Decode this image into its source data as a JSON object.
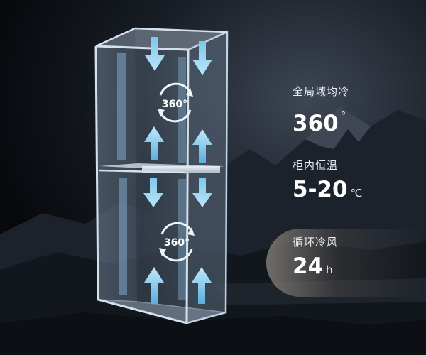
{
  "specs": [
    {
      "label": "全局域均冷",
      "value": "360",
      "unit": "°"
    },
    {
      "label": "柜内恒温",
      "value": "5-20",
      "unit": "℃"
    },
    {
      "label": "循环冷风",
      "value": "24",
      "unit": "h"
    }
  ],
  "airflow": {
    "upper_badge": "360°",
    "lower_badge": "360°",
    "arrow_icon": "airflow-arrow-icon",
    "rotation_icon": "circulation-ring-icon"
  },
  "colors": {
    "arrow": "#9fd6f0",
    "cabinet_frame": "#a9bcd0",
    "background": "#0b0d12",
    "highlight": "#8a847e"
  }
}
